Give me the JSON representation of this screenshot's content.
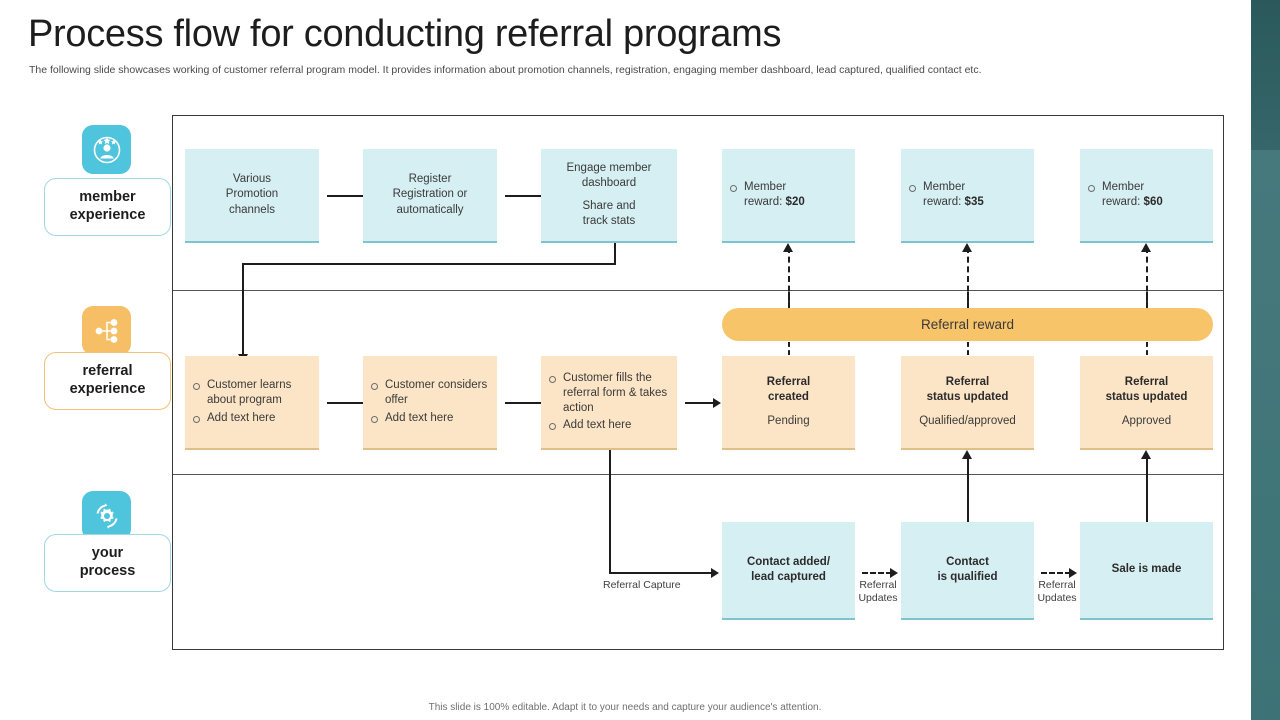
{
  "header": {
    "title": "Process flow for conducting referral programs",
    "subtitle": "The following slide showcases working of customer referral program model. It provides information about promotion channels, registration, engaging member dashboard, lead captured, qualified contact etc."
  },
  "colors": {
    "cyan_fill": "#d6eff2",
    "cyan_accent": "#7ec4cc",
    "peach_fill": "#fce5c6",
    "peach_accent": "#dfc08a",
    "banner_orange": "#f8c46a",
    "icon_teal": "#4ec4dd",
    "icon_orange": "#f6bf66",
    "frame_border": "#3a3a3a",
    "right_bar_teal": "#3c7577"
  },
  "lanes": [
    {
      "id": "member-experience",
      "label": "member\nexperience",
      "label_line1": "member",
      "label_line2": "experience",
      "icon": "member-star-icon",
      "accent": "teal"
    },
    {
      "id": "referral-experience",
      "label": "referral\nexperience",
      "label_line1": "referral",
      "label_line2": "experience",
      "icon": "referral-network-icon",
      "accent": "orange"
    },
    {
      "id": "your-process",
      "label": "your\nprocess",
      "label_line1": "your",
      "label_line2": "process",
      "icon": "gear-cycle-icon",
      "accent": "teal"
    }
  ],
  "member_lane": {
    "promotion": {
      "l1": "Various",
      "l2": "Promotion",
      "l3": "channels"
    },
    "register": {
      "title": "Register",
      "l2": "Registration or",
      "l3": "automatically"
    },
    "engage": {
      "l1": "Engage member",
      "l2": "dashboard",
      "l3": "Share and",
      "l4": "track stats"
    },
    "rewards": [
      {
        "label": "Member",
        "value_prefix": "reward: ",
        "value": "$20"
      },
      {
        "label": "Member",
        "value_prefix": "reward: ",
        "value": "$35"
      },
      {
        "label": "Member",
        "value_prefix": "reward: ",
        "value": "$60"
      }
    ]
  },
  "referral_lane": {
    "banner": "Referral reward",
    "steps": [
      {
        "bullets": [
          "Customer learns about program",
          "Add text here"
        ]
      },
      {
        "bullets": [
          "Customer considers offer",
          "Add text here"
        ]
      },
      {
        "bullets": [
          "Customer fills the referral form & takes action",
          "Add text here"
        ]
      }
    ],
    "statuses": [
      {
        "l1": "Referral",
        "l2": "created",
        "sub": "Pending"
      },
      {
        "l1": "Referral",
        "l2": "status  updated",
        "sub": "Qualified/approved"
      },
      {
        "l1": "Referral",
        "l2": "status  updated",
        "sub": "Approved"
      }
    ]
  },
  "process_lane": {
    "boxes": [
      {
        "l1": "Contact added/",
        "l2": "lead captured"
      },
      {
        "l1": "Contact",
        "l2": "is qualified"
      },
      {
        "l1": "Sale is made",
        "l2": ""
      }
    ],
    "connector_labels": {
      "capture": "Referral Capture",
      "updates_1_l1": "Referral",
      "updates_1_l2": "Updates",
      "updates_2_l1": "Referral",
      "updates_2_l2": "Updates"
    }
  },
  "footer": {
    "note": "This slide is 100% editable.  Adapt it to your needs and capture your audience's attention."
  }
}
